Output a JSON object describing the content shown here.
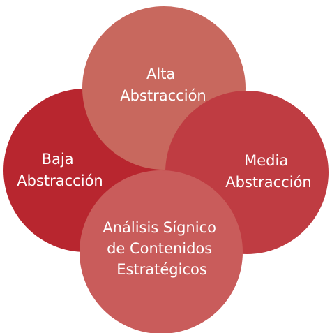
{
  "diagram": {
    "colors": {
      "top": "#c8685e",
      "left": "#b8262f",
      "right": "#bf3c42",
      "bottom": "#c95c5b",
      "text": "#ffffff"
    },
    "circles": {
      "top": {
        "line1": "Alta",
        "line2": "Abstracción"
      },
      "left": {
        "line1": "Baja",
        "line2": "Abstracción"
      },
      "right": {
        "line1": "Media",
        "line2": "Abstracción"
      },
      "bottom": {
        "line1": "Análisis Sígnico",
        "line2": "de Contenidos",
        "line3": "Estratégicos"
      }
    }
  }
}
